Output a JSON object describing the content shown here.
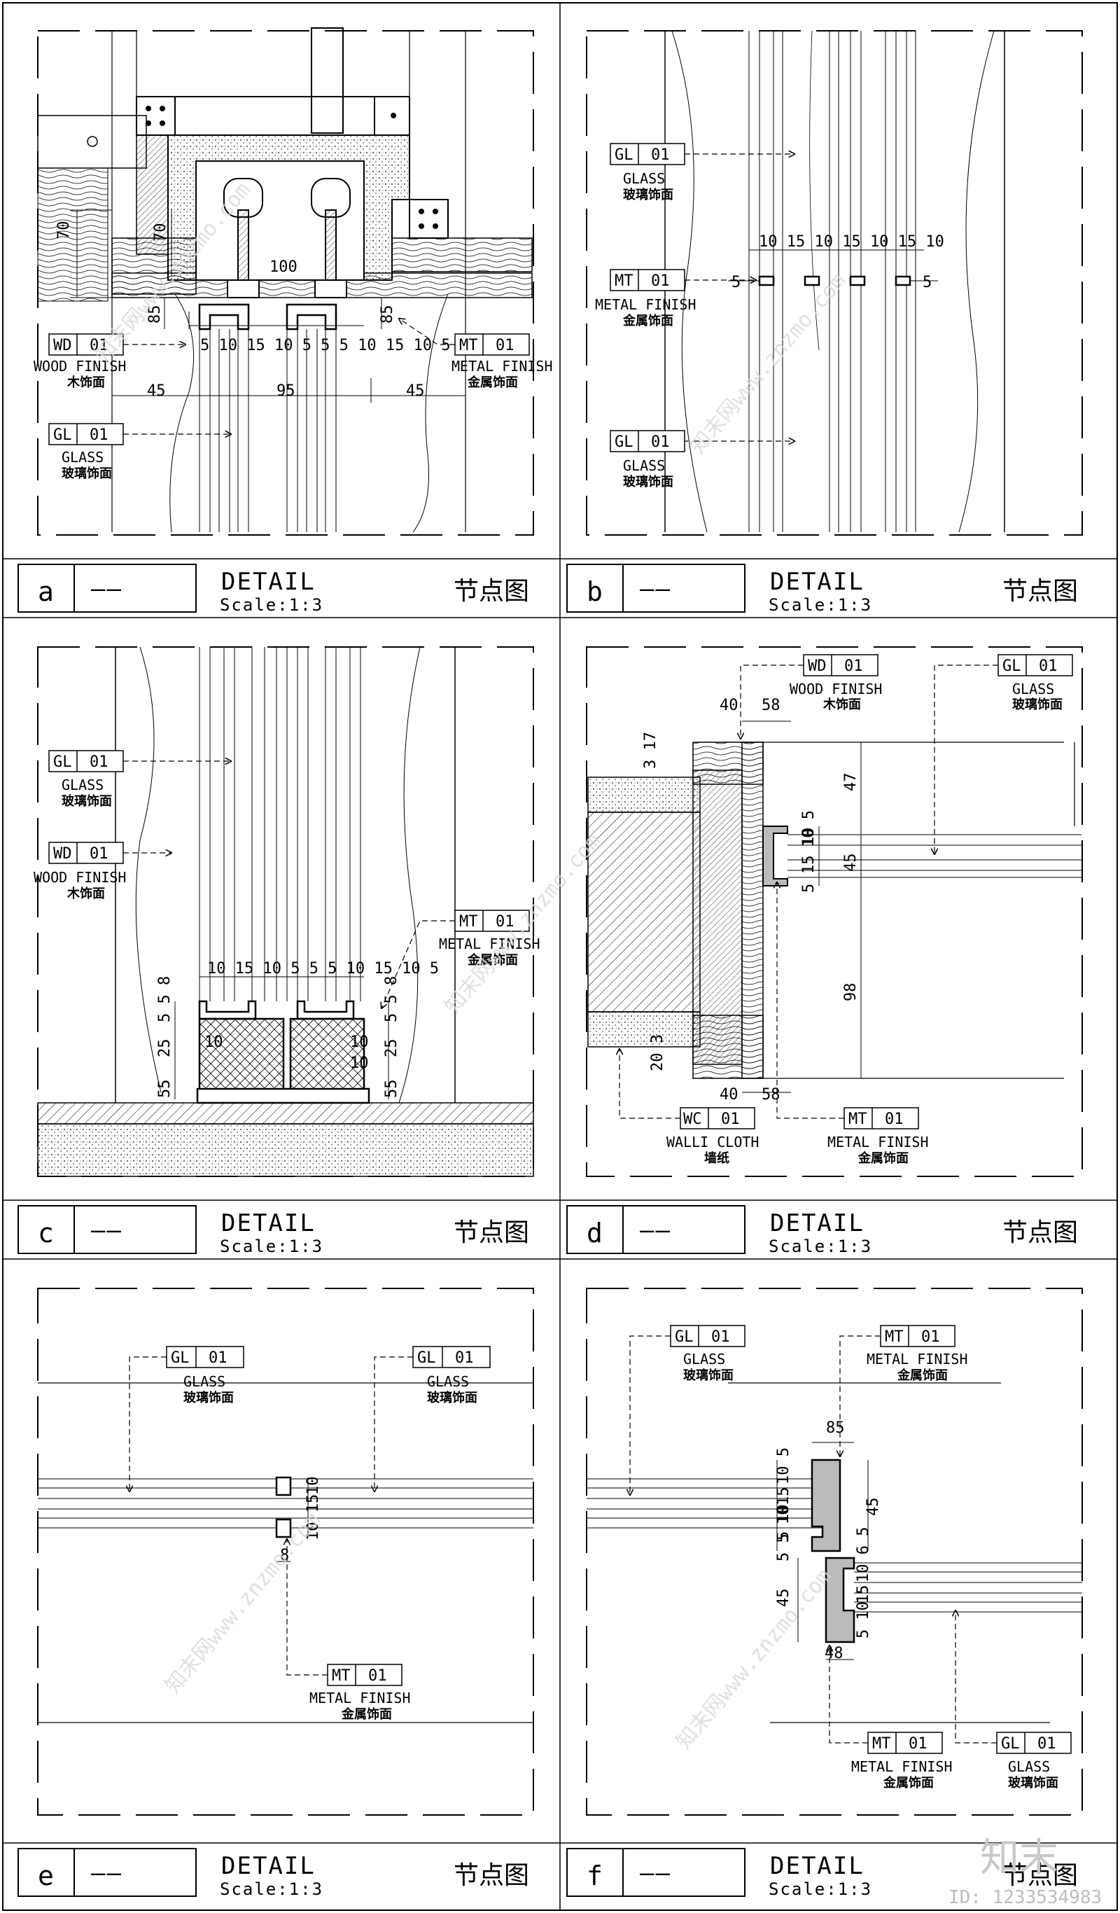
{
  "panels": [
    {
      "letter": "a",
      "title": "DETAIL",
      "scale": "Scale:1:3",
      "cn": "节点图",
      "dash": "——"
    },
    {
      "letter": "b",
      "title": "DETAIL",
      "scale": "Scale:1:3",
      "cn": "节点图",
      "dash": "——"
    },
    {
      "letter": "c",
      "title": "DETAIL",
      "scale": "Scale:1:3",
      "cn": "节点图",
      "dash": "——"
    },
    {
      "letter": "d",
      "title": "DETAIL",
      "scale": "Scale:1:3",
      "cn": "节点图",
      "dash": "——"
    },
    {
      "letter": "e",
      "title": "DETAIL",
      "scale": "Scale:1:3",
      "cn": "节点图",
      "dash": "——"
    },
    {
      "letter": "f",
      "title": "DETAIL",
      "scale": "Scale:1:3",
      "cn": "节点图",
      "dash": "——"
    }
  ],
  "tags": {
    "gl": {
      "code": "GL",
      "num": "01",
      "en": "GLASS",
      "cn": "玻璃饰面"
    },
    "mt": {
      "code": "MT",
      "num": "01",
      "en": "METAL FINISH",
      "cn": "金属饰面"
    },
    "wd": {
      "code": "WD",
      "num": "01",
      "en": "WOOD FINISH",
      "cn": "木饰面"
    },
    "wc": {
      "code": "WC",
      "num": "01",
      "en": "WALLI CLOTH",
      "cn": "墙纸"
    }
  },
  "dims": {
    "a": {
      "h70a": "70",
      "h70b": "70",
      "w100": "100",
      "s85": "85",
      "s85r": "85",
      "row": "5 10 15 10 5 5 5 10 15 10 5",
      "w45l": "45",
      "w95": "95",
      "w45r": "45"
    },
    "b": {
      "row": "10 15 10 15 10 15 10",
      "s5": "5",
      "s5r": "5"
    },
    "c": {
      "top": "10 15 10 5 5 5 10 15 10 5",
      "l1": "5 5 8",
      "l2": "25",
      "l3": "55",
      "l4": "10",
      "r1": "5 5 8",
      "r2": "25",
      "r3": "55",
      "r4": "10",
      "r5": "10"
    },
    "d": {
      "w40t": "40",
      "w58t": "58",
      "h317": "3 17",
      "h47": "47",
      "s105": "10 5",
      "h45": "45",
      "s1510": "15 10",
      "s5": "5",
      "h98": "98",
      "h203": "20 3",
      "w40b": "40",
      "w58b": "58"
    },
    "e": {
      "s10a": "10",
      "s15": "10 15",
      "s8": "8"
    },
    "f": {
      "w85": "85",
      "s105": "10 5",
      "s15": "15",
      "s10": "10",
      "s5": "5",
      "h45a": "45",
      "h45b": "45",
      "s5510": "5 5 10",
      "s1065": "10 6 5",
      "s15b": "15",
      "s510": "5 10",
      "w48": "48"
    }
  },
  "footer": {
    "brand": "知末",
    "id": "ID: 1233534983"
  },
  "watermark": "知末网www.znzmo.com"
}
